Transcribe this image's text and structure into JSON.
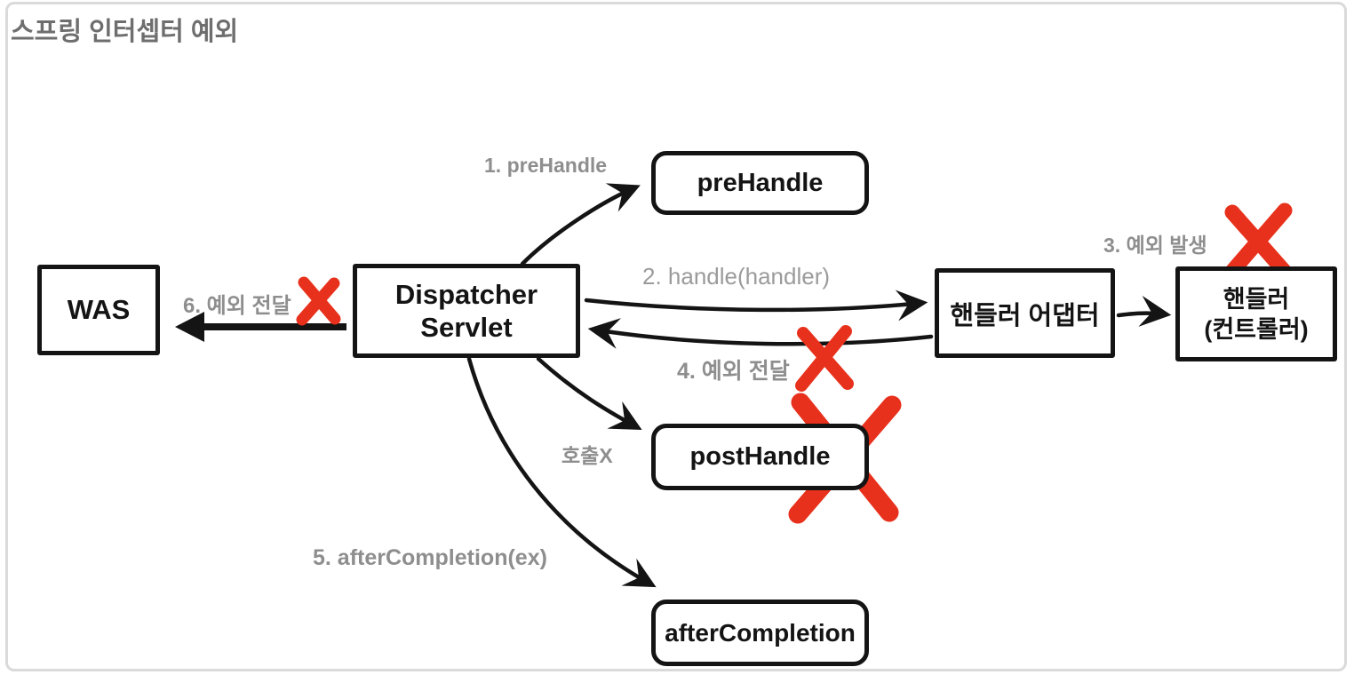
{
  "title": "스프링 인터셉터 예외",
  "nodes": {
    "was": {
      "label": "WAS"
    },
    "dispatcher": {
      "line1": "Dispatcher",
      "line2": "Servlet"
    },
    "pre_handle": {
      "label": "preHandle"
    },
    "handler_adapter": {
      "label": "핸들러 어댑터"
    },
    "handler": {
      "line1": "핸들러",
      "line2": "(컨트롤러)"
    },
    "post_handle": {
      "label": "postHandle"
    },
    "after_completion": {
      "label": "afterCompletion"
    }
  },
  "edge_labels": {
    "step1": "1. preHandle",
    "step2": "2. handle(handler)",
    "step3": "3. 예외 발생",
    "step4": "4. 예외 전달",
    "step5": "5. afterCompletion(ex)",
    "step6": "6. 예외 전달",
    "no_call": "호출X"
  },
  "colors": {
    "error_mark": "#e8311c",
    "label_gray": "#8e8e8e",
    "title_gray": "#6e6e6e",
    "line_black": "#141414",
    "frame_gray": "#dadada"
  }
}
